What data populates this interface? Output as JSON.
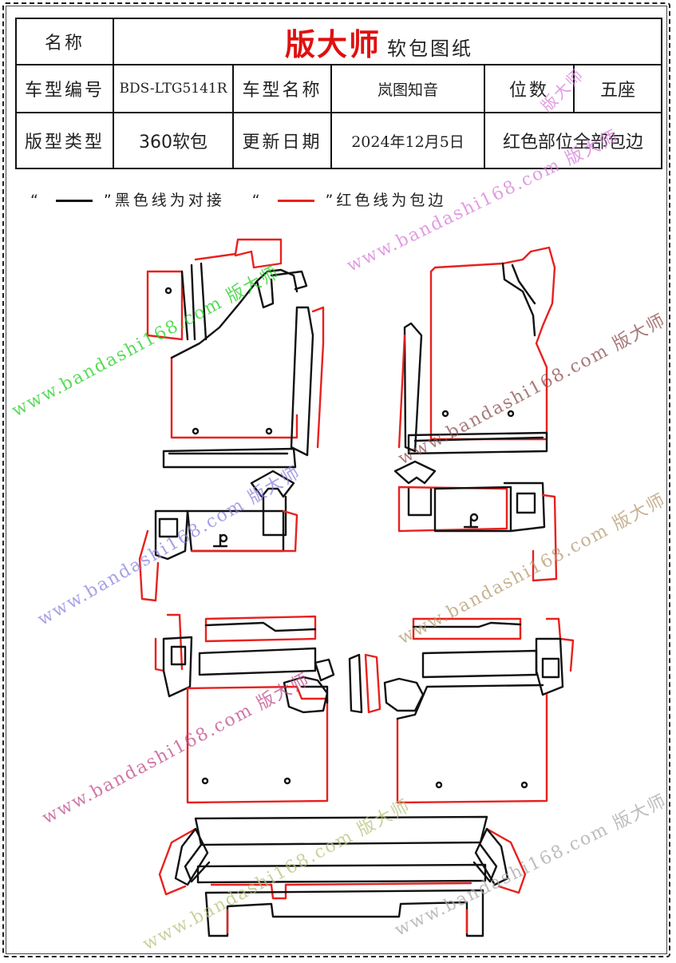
{
  "header": {
    "name_label": "名称",
    "brand": "版大师",
    "doc_title": "软包图纸",
    "model_code_label": "车型编号",
    "model_code": "BDS-LTG5141R",
    "model_name_label": "车型名称",
    "model_name": "岚图知音",
    "seats_label": "位数",
    "seats": "五座",
    "pattern_type_label": "版型类型",
    "pattern_type": "360软包",
    "update_label": "更新日期",
    "update_date": "2024年12月5日",
    "note": "红色部位全部包边"
  },
  "legend": {
    "quote_open": "“",
    "quote_close": "”",
    "black_desc": "黑色线为对接",
    "red_desc": "红色线为包边"
  },
  "watermark": {
    "text": "www.bandashi168.com 版大师",
    "short": "版大师"
  },
  "colors": {
    "brand_red": "#e01010",
    "edge_red": "#e8211e",
    "seam_black": "#111111"
  }
}
